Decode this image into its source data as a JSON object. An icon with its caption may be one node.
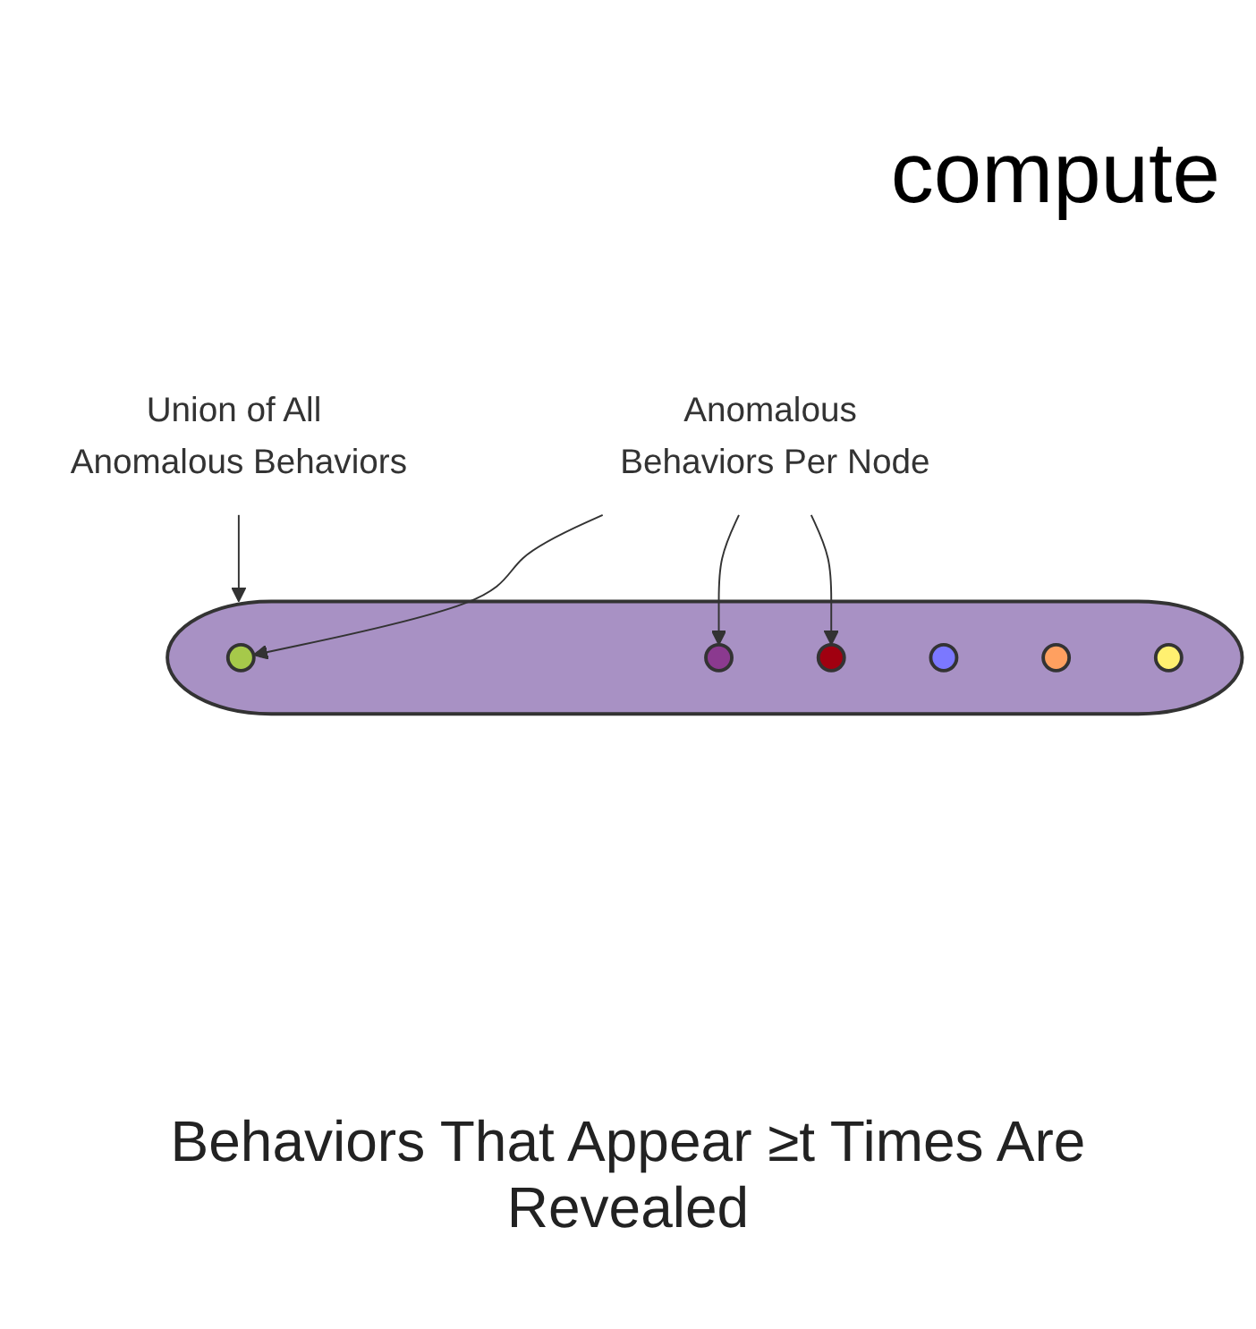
{
  "diagram": {
    "nodes": [
      {
        "text": [
          "Anomalous Behaviors Per Node"
        ]
      },
      {
        "text": [],
        "shape": "cloud"
      },
      {
        "text": [],
        "shape": "circle",
        "in": 1
      },
      {
        "text": [],
        "shape": "circle",
        "in": 1
      },
      {
        "text": [],
        "shape": "circle",
        "in": 1
      },
      {
        "text": [],
        "shape": "circle",
        "in": 1
      },
      {
        "text": [],
        "shape": "circle",
        "in": 1
      },
      {
        "text": [],
        "shape": "circle",
        "in": 1
      },
      {
        "text": [
          "Union of All Anomalous Behaviors"
        ]
      }
    ],
    "edges": [
      {
        "from": 0,
        "to": 2,
        "arrow": "to"
      },
      {
        "from": 0,
        "to": 3,
        "arrow": "to"
      },
      {
        "from": 0,
        "to": 4,
        "arrow": "to"
      },
      {
        "from": 8,
        "to": 1,
        "arrow": "to"
      }
    ],
    "labels": [
      "compute",
      "Behaviors That Appear ≥t Times Are Revealed"
    ]
  }
}
